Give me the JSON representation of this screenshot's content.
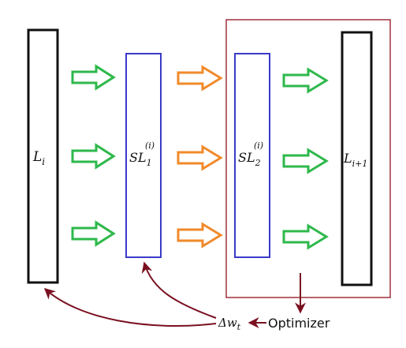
{
  "blocks": {
    "layer_in": {
      "base": "L",
      "sub": "i",
      "sup": ""
    },
    "sublayer_1": {
      "base": "SL",
      "sub": "1",
      "sup": "(i)"
    },
    "sublayer_2": {
      "base": "SL",
      "sub": "2",
      "sup": "(i)"
    },
    "layer_out": {
      "base": "L",
      "sub": "i+1",
      "sup": ""
    }
  },
  "labels": {
    "delta_base": "Δw",
    "delta_sub": "t",
    "optimizer": "Optimizer"
  },
  "colors": {
    "layer_border": "#111111",
    "sublayer_border": "#3a3ac8",
    "optimizer_box": "#a0303a",
    "arrow_green": "#2eb84b",
    "arrow_orange": "#f08a2a",
    "feedback_arrow": "#7a1020"
  }
}
